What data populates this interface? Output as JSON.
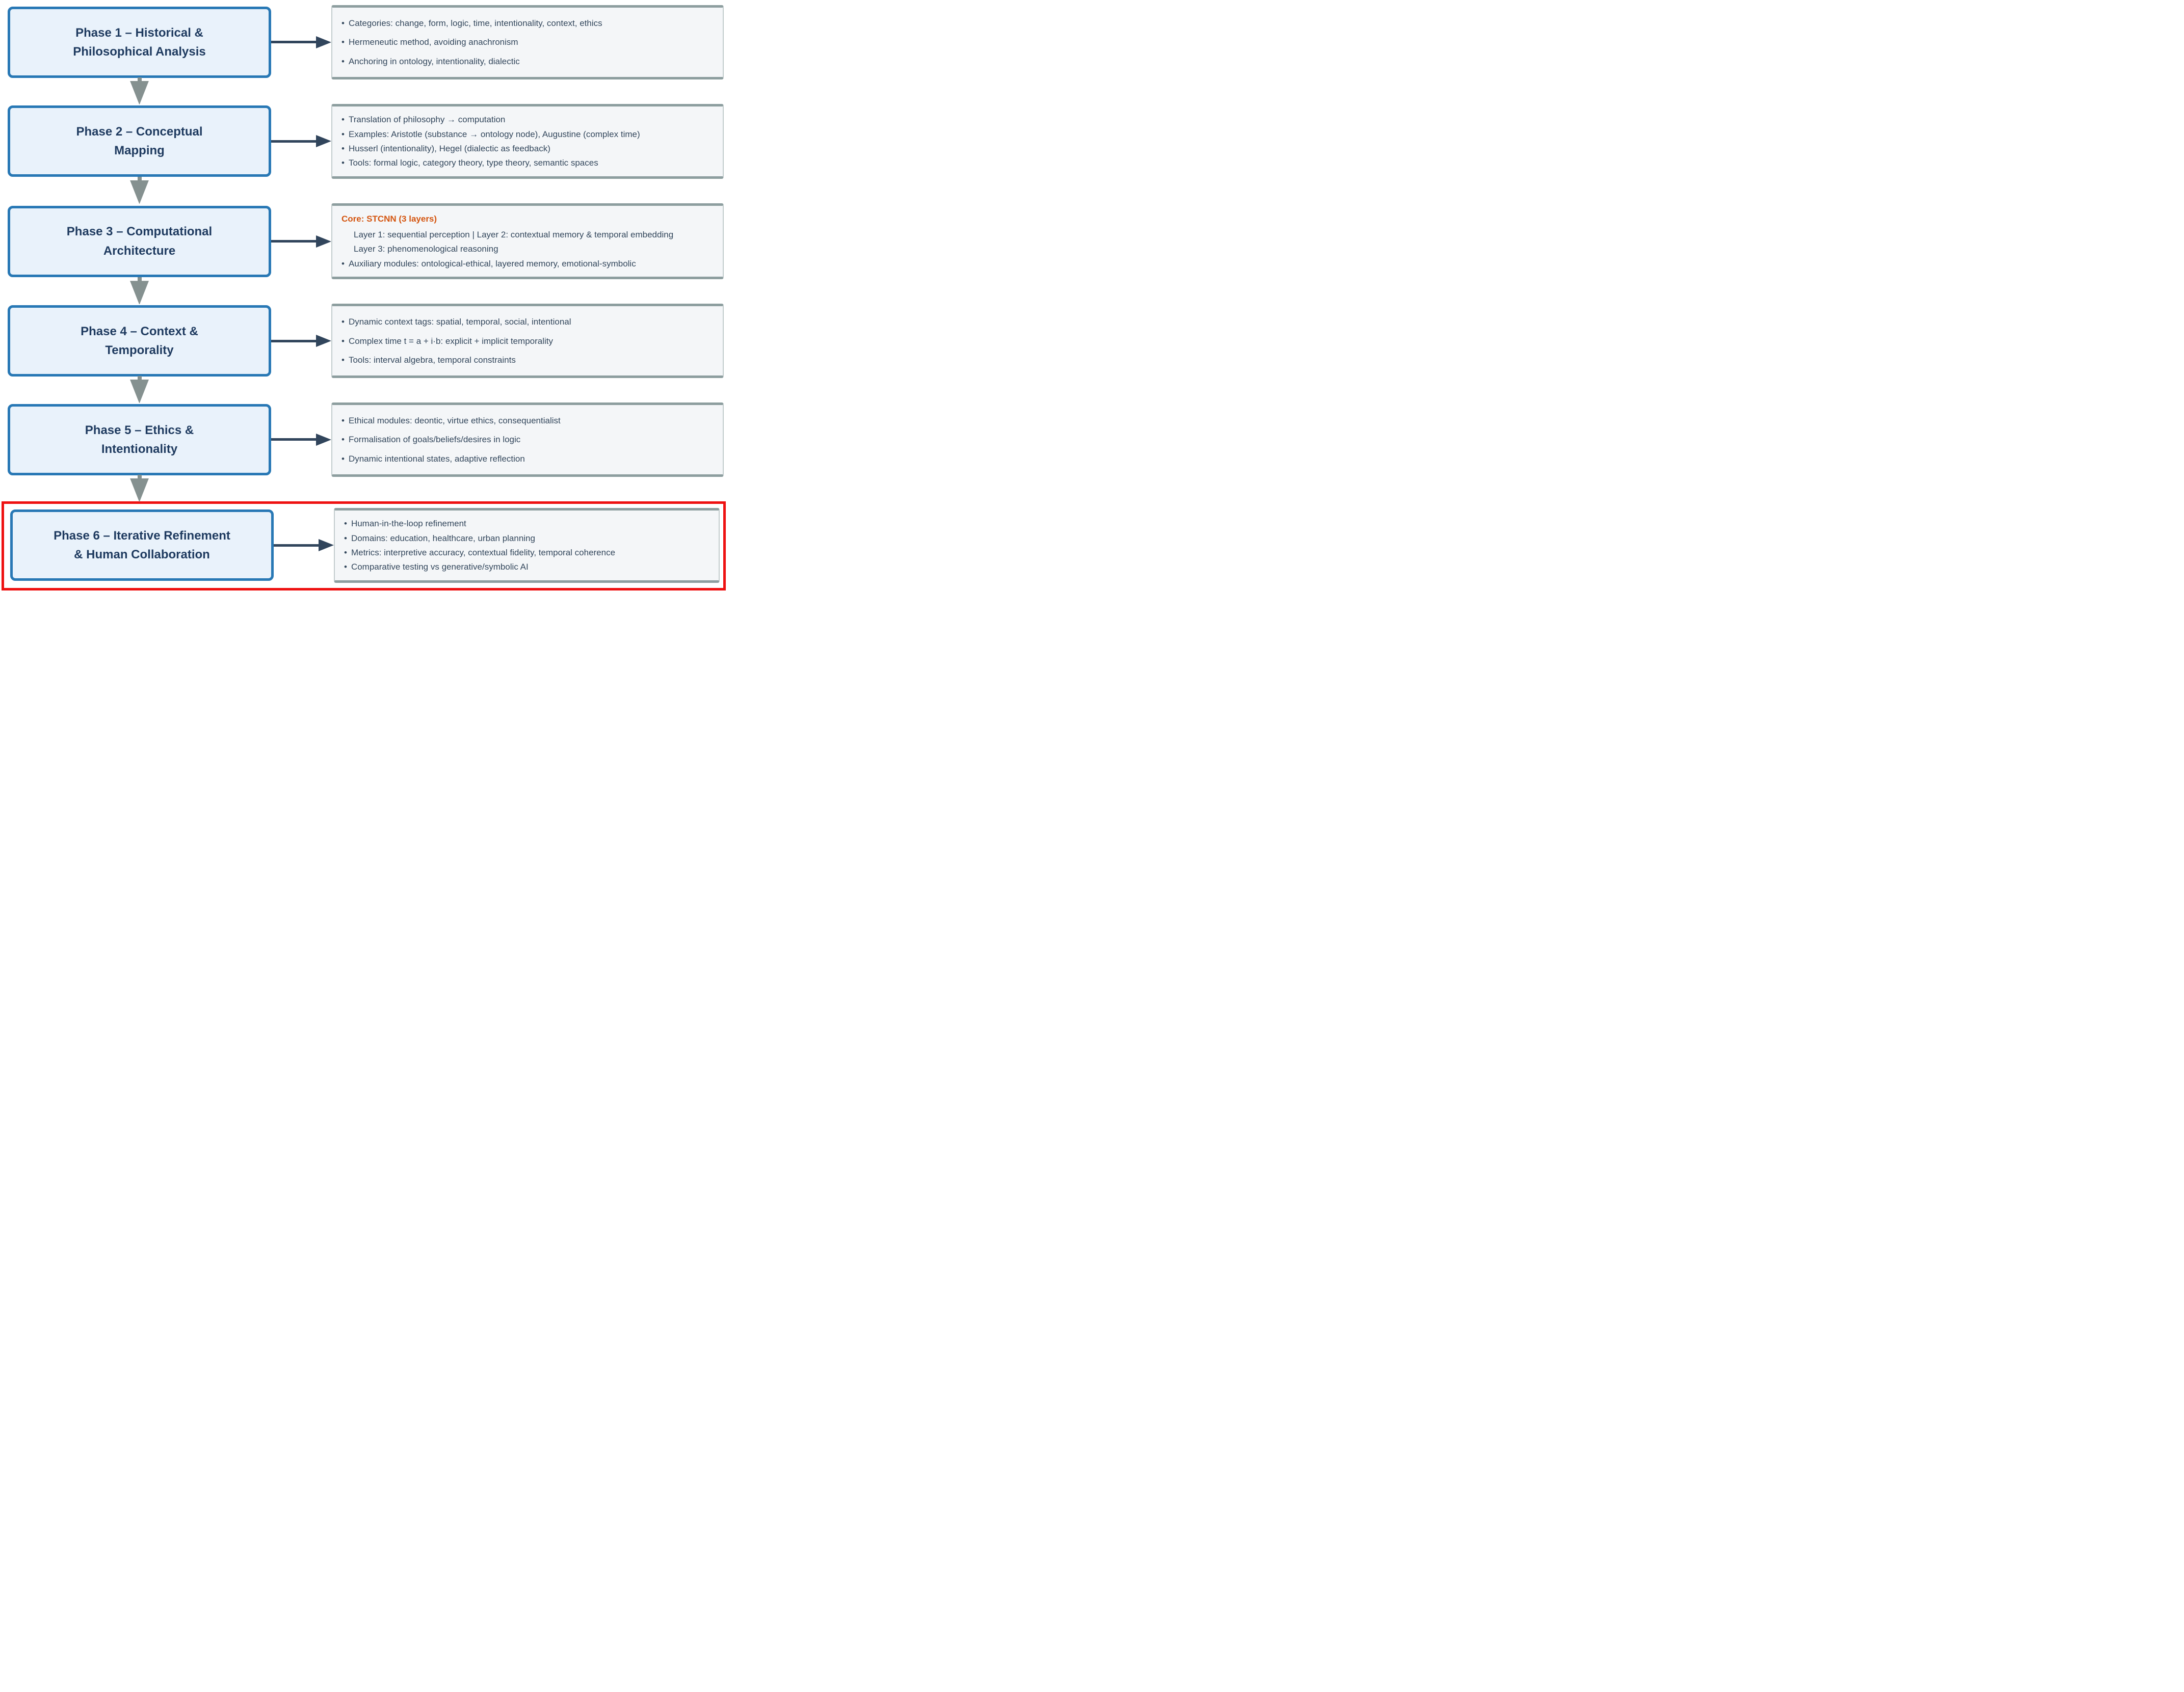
{
  "colors": {
    "phase_box_fill": "#e9f2fb",
    "phase_box_border": "#2878b5",
    "phase_title": "#1e3a5f",
    "detail_box_fill": "#f4f6f8",
    "detail_box_border": "#8d9e9f",
    "detail_text": "#33475c",
    "core_heading": "#d4540e",
    "h_arrow": "#31455c",
    "v_arrow": "#859190",
    "highlight_border": "#ee1111"
  },
  "icons": {
    "bullet_char": "•"
  },
  "phases": [
    {
      "title": "Phase 1 – Historical & Philosophical Analysis",
      "title_lines": [
        "Phase 1 – Historical &",
        "Philosophical Analysis"
      ],
      "details": [
        {
          "style": "bullet",
          "text": "Categories: change, form, logic, time, intentionality, context, ethics"
        },
        {
          "style": "bullet",
          "text": "Hermeneutic method, avoiding anachronism"
        },
        {
          "style": "bullet",
          "text": "Anchoring in ontology, intentionality, dialectic"
        }
      ],
      "highlighted": false
    },
    {
      "title": "Phase 2 – Conceptual Mapping",
      "title_lines": [
        "Phase 2 – Conceptual",
        "Mapping"
      ],
      "details": [
        {
          "style": "bullet",
          "text": "Translation of philosophy → computation"
        },
        {
          "style": "bullet",
          "text": "Examples: Aristotle (substance → ontology node), Augustine (complex time)"
        },
        {
          "style": "bullet",
          "text": "Husserl (intentionality), Hegel (dialectic as feedback)"
        },
        {
          "style": "bullet",
          "text": "Tools: formal logic, category theory, type theory, semantic spaces"
        }
      ],
      "highlighted": false
    },
    {
      "title": "Phase 3 – Computational Architecture",
      "title_lines": [
        "Phase 3 – Computational",
        "Architecture"
      ],
      "details": [
        {
          "style": "heading",
          "text": "Core: STCNN (3 layers)"
        },
        {
          "style": "plain",
          "text": "Layer 1: sequential perception | Layer 2: contextual memory & temporal embedding"
        },
        {
          "style": "plain",
          "text": "Layer 3: phenomenological reasoning"
        },
        {
          "style": "bullet",
          "text": "Auxiliary modules: ontological-ethical, layered memory, emotional-symbolic"
        }
      ],
      "highlighted": false
    },
    {
      "title": "Phase 4 – Context & Temporality",
      "title_lines": [
        "Phase 4 – Context &",
        "Temporality"
      ],
      "details": [
        {
          "style": "bullet",
          "text": "Dynamic context tags: spatial, temporal, social, intentional"
        },
        {
          "style": "bullet",
          "text": "Complex time t = a + i·b: explicit + implicit temporality"
        },
        {
          "style": "bullet",
          "text": "Tools: interval algebra, temporal constraints"
        }
      ],
      "highlighted": false
    },
    {
      "title": "Phase 5 – Ethics & Intentionality",
      "title_lines": [
        "Phase 5 – Ethics &",
        "Intentionality"
      ],
      "details": [
        {
          "style": "bullet",
          "text": "Ethical modules: deontic, virtue ethics, consequentialist"
        },
        {
          "style": "bullet",
          "text": "Formalisation of goals/beliefs/desires in logic"
        },
        {
          "style": "bullet",
          "text": "Dynamic intentional states, adaptive reflection"
        }
      ],
      "highlighted": false
    },
    {
      "title": "Phase 6 – Iterative Refinement & Human Collaboration",
      "title_lines": [
        "Phase 6 – Iterative Refinement",
        "& Human Collaboration"
      ],
      "details": [
        {
          "style": "bullet",
          "text": "Human-in-the-loop refinement"
        },
        {
          "style": "bullet",
          "text": "Domains: education, healthcare, urban planning"
        },
        {
          "style": "bullet",
          "text": "Metrics: interpretive accuracy, contextual fidelity, temporal coherence"
        },
        {
          "style": "bullet",
          "text": "Comparative testing vs generative/symbolic AI"
        }
      ],
      "highlighted": true
    }
  ]
}
